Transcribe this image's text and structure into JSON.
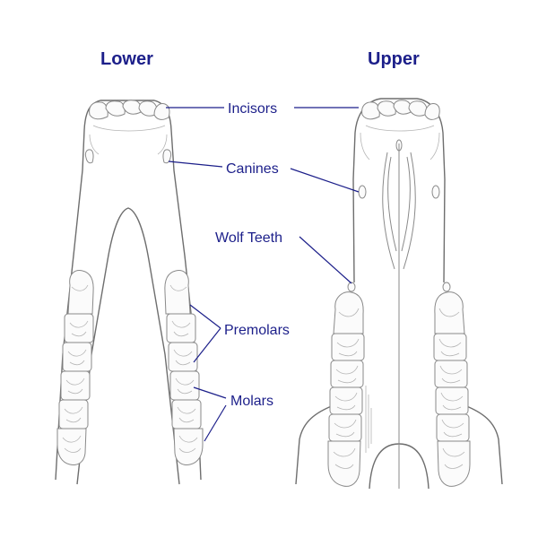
{
  "titles": {
    "lower": "Lower",
    "upper": "Upper"
  },
  "labels": {
    "incisors": "Incisors",
    "canines": "Canines",
    "wolf_teeth": "Wolf Teeth",
    "premolars": "Premolars",
    "molars": "Molars"
  },
  "colors": {
    "label_text": "#1c1f8a",
    "leader_lines": "#1c1f8a",
    "drawing": "#6e6e6e"
  }
}
